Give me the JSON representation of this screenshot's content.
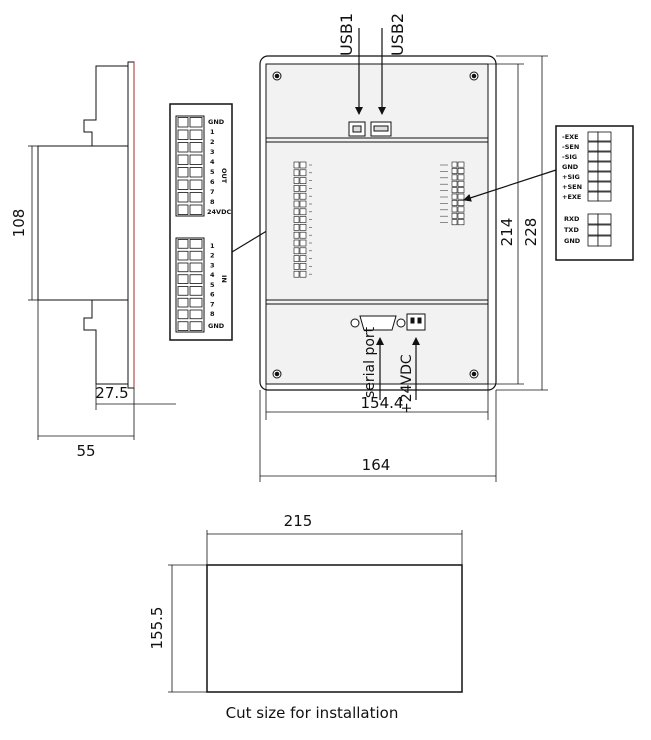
{
  "colors": {
    "line": "#111111",
    "panel": "#f2f2f2",
    "accent": "#cc3333"
  },
  "dimensions": {
    "side_height": "108",
    "side_depth_front": "27.5",
    "side_depth_total": "55",
    "front_inner_width": "154.4",
    "front_outer_width": "164",
    "front_inner_height": "214",
    "front_outer_height": "228",
    "cut_width": "215",
    "cut_height": "155.5"
  },
  "ports": {
    "usb1": "USB1",
    "usb2": "USB2",
    "serial": "serial port",
    "power": "+24VDC"
  },
  "left_terminal": {
    "top_label": "GND",
    "out_numbers": [
      "1",
      "2",
      "3",
      "4",
      "5",
      "6",
      "7",
      "8"
    ],
    "out_label": "OUT",
    "middle_label": "24VDC",
    "in_numbers": [
      "1",
      "2",
      "3",
      "4",
      "5",
      "6",
      "7",
      "8"
    ],
    "in_label": "IN",
    "bottom_label": "GND"
  },
  "right_terminal": {
    "sensor_pins": [
      "-EXE",
      "-SEN",
      "-SIG",
      "GND",
      "+SIG",
      "+SEN",
      "+EXE"
    ],
    "comm_pins": [
      "RXD",
      "TXD",
      "GND"
    ]
  },
  "caption": "Cut size for installation"
}
